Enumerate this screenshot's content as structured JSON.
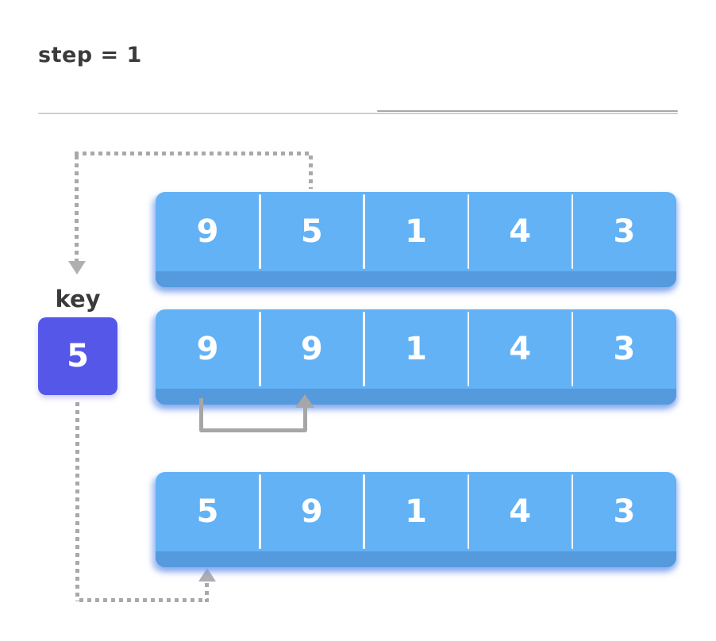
{
  "title": "step = 1",
  "key": {
    "label": "key",
    "value": "5"
  },
  "arrays": [
    {
      "values": [
        "9",
        "5",
        "1",
        "4",
        "3"
      ]
    },
    {
      "values": [
        "9",
        "9",
        "1",
        "4",
        "3"
      ]
    },
    {
      "values": [
        "5",
        "9",
        "1",
        "4",
        "3"
      ]
    }
  ],
  "colors": {
    "array_fill": "#63b2f6",
    "array_bottom_edge": "#74a6de",
    "cell_divider": "#ffffff",
    "key_fill": "#5457e8",
    "value_text": "#ffffff",
    "label_text": "#3b3b3b",
    "arrow_gray": "#a9a9a9"
  }
}
